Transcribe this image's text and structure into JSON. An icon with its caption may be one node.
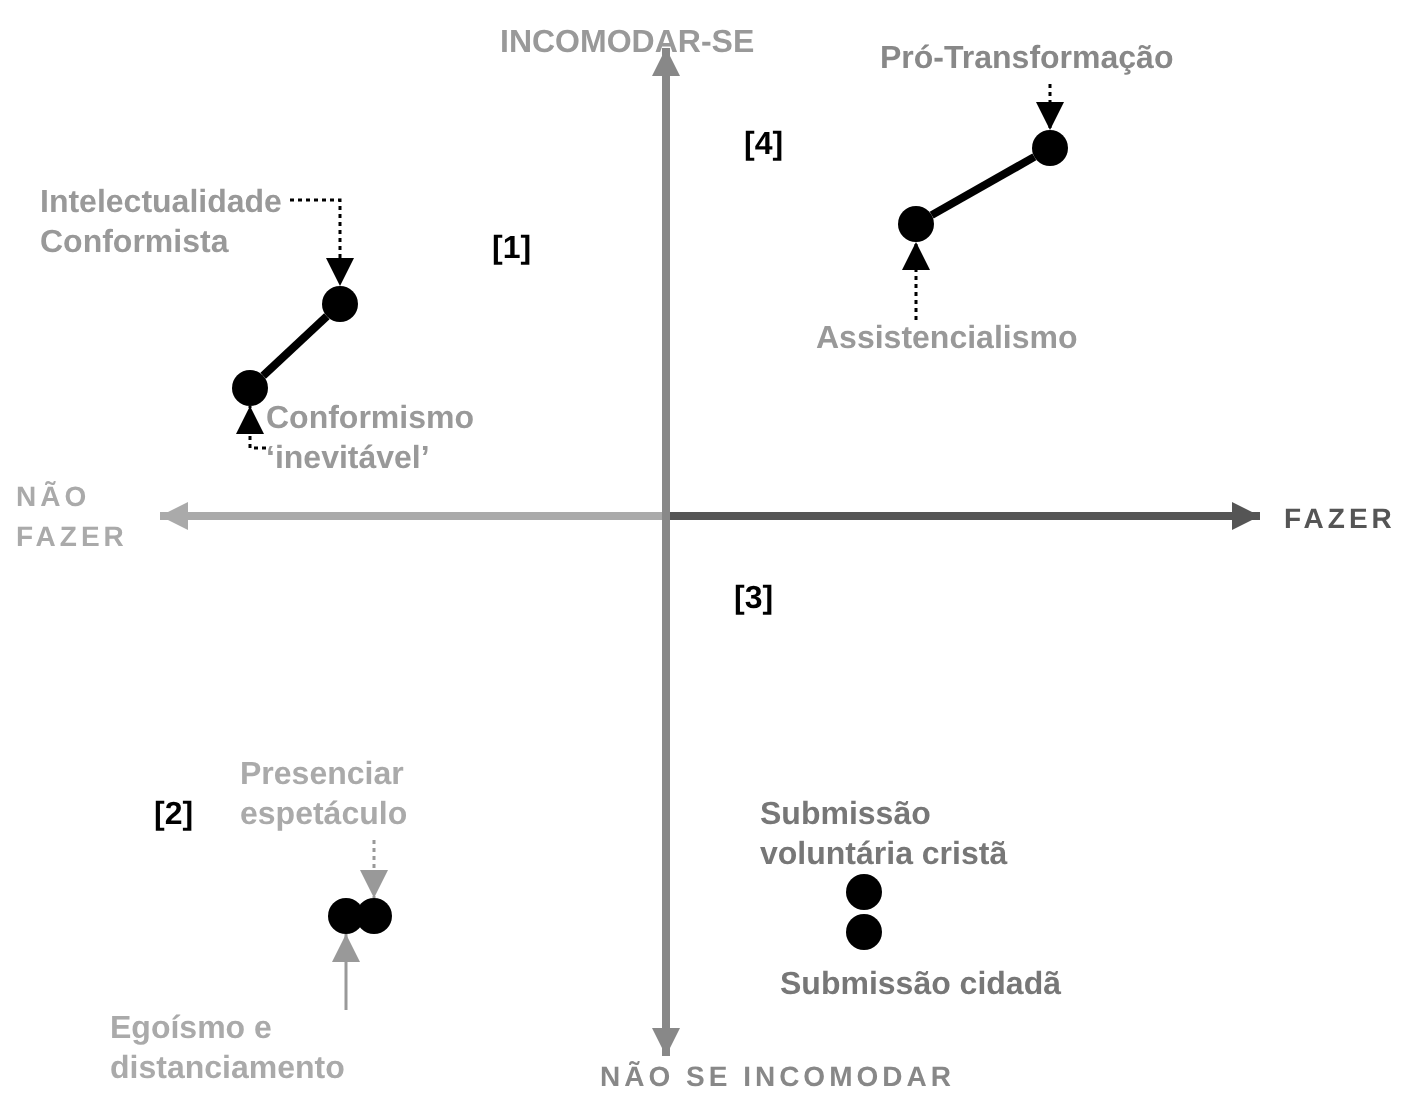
{
  "diagram": {
    "nodes": [
      {
        "text": [
          "Intelectualidade Conformista"
        ]
      },
      {
        "text": [],
        "shape": "circle"
      },
      {
        "text": [],
        "shape": "circle"
      },
      {
        "text": [
          "Conformismo ‘inevitável’"
        ]
      },
      {
        "text": [
          "Pró-Transformação"
        ]
      },
      {
        "text": [],
        "shape": "circle"
      },
      {
        "text": [],
        "shape": "circle"
      },
      {
        "text": [
          "Assistencialismo"
        ]
      },
      {
        "text": [
          "Presenciar espetáculo"
        ]
      },
      {
        "text": [],
        "shape": "circle"
      },
      {
        "text": [],
        "shape": "circle"
      },
      {
        "text": [
          "Egoísmo e distanciamento"
        ]
      },
      {
        "text": [
          "Submissão voluntária cristã"
        ]
      },
      {
        "text": [],
        "shape": "circle"
      },
      {
        "text": [],
        "shape": "circle"
      },
      {
        "text": [
          "Submissão cidadã"
        ]
      }
    ],
    "edges": [
      {
        "from": 0,
        "to": 1,
        "arrow": "to",
        "style": "dashed"
      },
      {
        "from": 1,
        "to": 2,
        "arrow": "none",
        "style": "thick"
      },
      {
        "from": 3,
        "to": 2,
        "arrow": "to",
        "style": "dashed"
      },
      {
        "from": 4,
        "to": 5,
        "arrow": "to",
        "style": "dashed"
      },
      {
        "from": 5,
        "to": 6,
        "arrow": "none",
        "style": "thick"
      },
      {
        "from": 7,
        "to": 6,
        "arrow": "to",
        "style": "dashed"
      },
      {
        "from": 8,
        "to": 10,
        "arrow": "to",
        "style": "dashed",
        "color": "#999999"
      },
      {
        "from": 11,
        "to": 9,
        "arrow": "to",
        "color": "#999999"
      }
    ],
    "labels": [
      "INCOMODAR-SE",
      "[4]",
      "[1]",
      "NÃO FAZER",
      "FAZER",
      "[3]",
      "[2]",
      "NÃO SE INCOMODAR"
    ]
  }
}
